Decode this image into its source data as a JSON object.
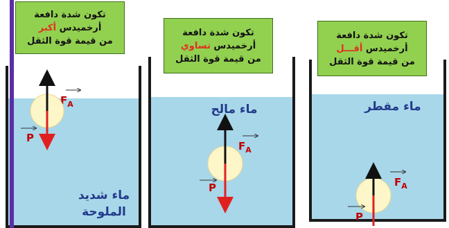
{
  "panels": [
    {
      "id": "left",
      "label_line1": "تكون شدة دافعة",
      "label_line2_pre": "أرخميدس ",
      "label_line2_hl": "أكبر",
      "label_line3": "من قيمة قوة الثقل",
      "water_label_line1": "ماء شديد",
      "water_label_line2": "الملوحة",
      "force_up": "F",
      "force_up_sub": "A",
      "force_down": "P"
    },
    {
      "id": "middle",
      "label_line1": "تكون شدة دافعة",
      "label_line2_pre": "أرخميدس ",
      "label_line2_hl": "تساوي",
      "label_line3": "من قيمة قوة الثقل",
      "water_label_line1": "ماء مالح",
      "water_label_line2": "",
      "force_up": "F",
      "force_up_sub": "A",
      "force_down": "P"
    },
    {
      "id": "right",
      "label_line1": "تكون شدة دافعة",
      "label_line2_pre": "أرخميدس ",
      "label_line2_hl": "أقـــل",
      "label_line3": "من قيمة قوة الثقل",
      "water_label_line1": "ماء مقطر",
      "water_label_line2": "",
      "force_up": "F",
      "force_up_sub": "A",
      "force_down": "P"
    }
  ],
  "colors": {
    "water": "#a8d7ea",
    "label_bg": "#92d050",
    "highlight": "#e03020",
    "ball": "#fdf6c8",
    "up_arrow": "#111111",
    "down_arrow": "#e02020",
    "accent_bar": "#5a2ea6"
  }
}
